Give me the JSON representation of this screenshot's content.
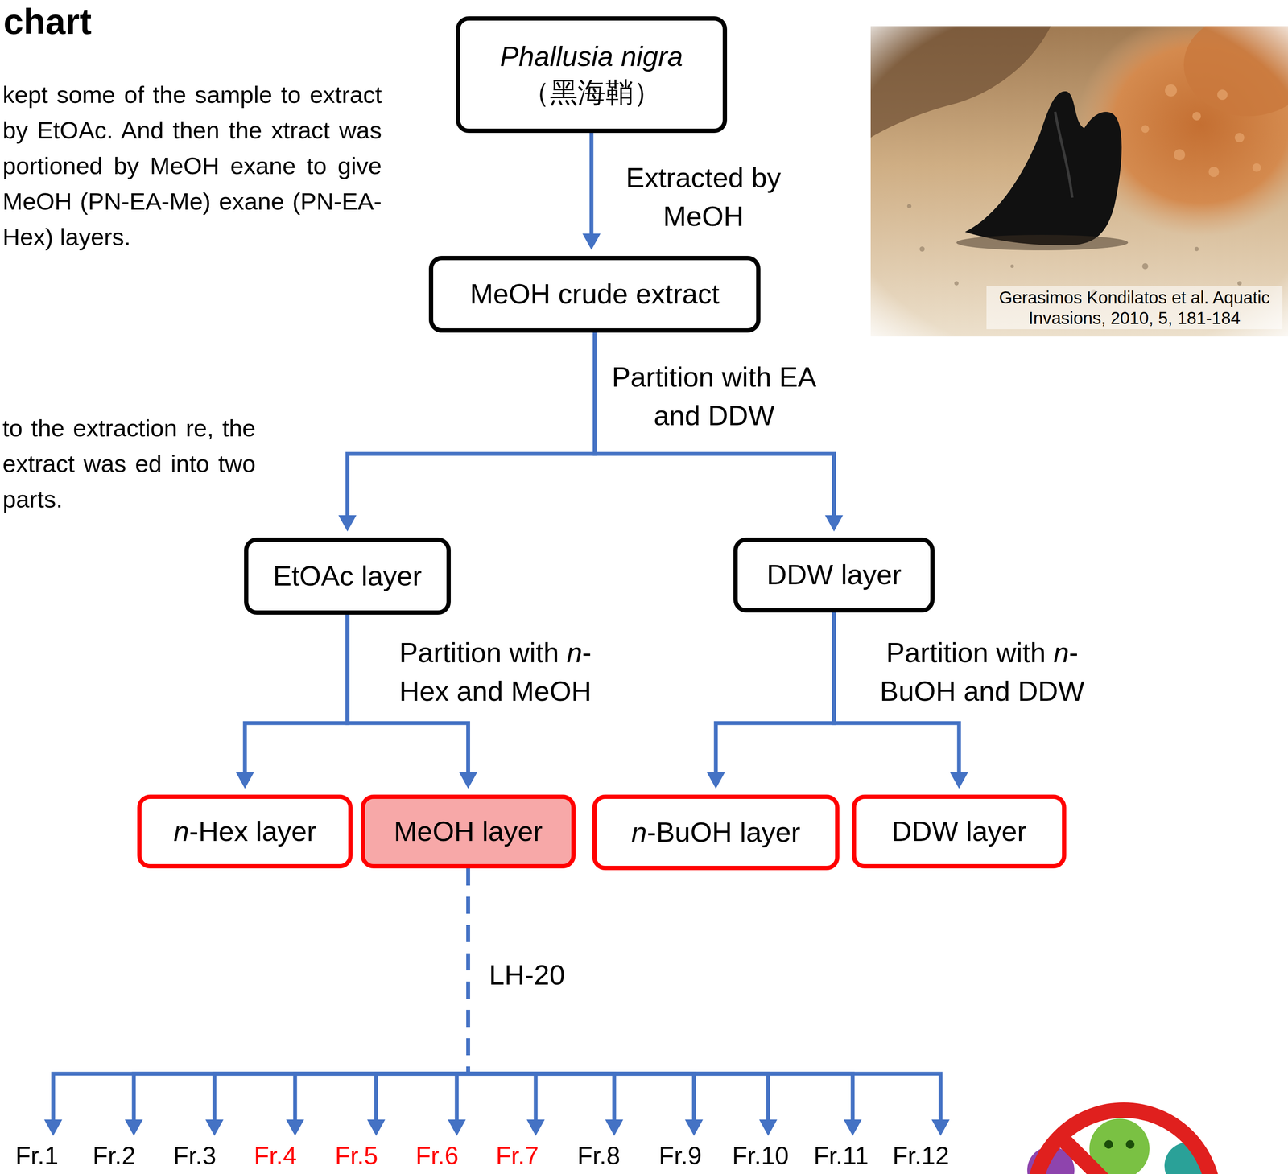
{
  "diagram": {
    "title": "chart",
    "nodes": [
      {
        "text": [
          "Phallusia nigra",
          "（黑海鞘）"
        ]
      },
      {
        "text": [
          "MeOH crude extract"
        ]
      },
      {
        "text": [
          "EtOAc layer"
        ]
      },
      {
        "text": [
          "DDW layer"
        ]
      },
      {
        "text": [
          "n-Hex layer"
        ]
      },
      {
        "text": [
          "MeOH layer"
        ]
      },
      {
        "text": [
          "n-BuOH layer"
        ]
      },
      {
        "text": [
          "DDW layer"
        ]
      },
      {
        "text": [
          "Fr.1"
        ]
      },
      {
        "text": [
          "Fr.2"
        ]
      },
      {
        "text": [
          "Fr.3"
        ]
      },
      {
        "text": [
          "Fr.4"
        ]
      },
      {
        "text": [
          "Fr.5"
        ]
      },
      {
        "text": [
          "Fr.6"
        ]
      },
      {
        "text": [
          "Fr.7"
        ]
      },
      {
        "text": [
          "Fr.8"
        ]
      },
      {
        "text": [
          "Fr.9"
        ]
      },
      {
        "text": [
          "Fr.10"
        ]
      },
      {
        "text": [
          "Fr.11"
        ]
      },
      {
        "text": [
          "Fr.12"
        ]
      }
    ],
    "edges": [
      {
        "from": 0,
        "to": 1,
        "label": "Extracted by MeOH",
        "arrow": "to"
      },
      {
        "from": 1,
        "to": 2,
        "label": "Partition with EA and DDW",
        "arrow": "to"
      },
      {
        "from": 1,
        "to": 3,
        "arrow": "to"
      },
      {
        "from": 2,
        "to": 4,
        "label": "Partition with n-Hex and MeOH",
        "arrow": "to"
      },
      {
        "from": 2,
        "to": 5,
        "arrow": "to"
      },
      {
        "from": 3,
        "to": 6,
        "label": "Partition with n-BuOH and DDW",
        "arrow": "to"
      },
      {
        "from": 3,
        "to": 7,
        "arrow": "to"
      },
      {
        "from": 5,
        "to": 8,
        "arrow": "to"
      },
      {
        "from": 5,
        "to": 9,
        "arrow": "to"
      },
      {
        "from": 5,
        "to": 10,
        "arrow": "to"
      },
      {
        "from": 5,
        "to": 11,
        "arrow": "to"
      },
      {
        "from": 5,
        "to": 12,
        "arrow": "to"
      },
      {
        "from": 5,
        "to": 13,
        "label": "LH-20",
        "arrow": "to"
      },
      {
        "from": 5,
        "to": 14,
        "arrow": "to"
      },
      {
        "from": 5,
        "to": 15,
        "arrow": "to"
      },
      {
        "from": 5,
        "to": 16,
        "arrow": "to"
      },
      {
        "from": 5,
        "to": 17,
        "arrow": "to"
      },
      {
        "from": 5,
        "to": 18,
        "arrow": "to"
      },
      {
        "from": 5,
        "to": 19,
        "arrow": "to"
      }
    ],
    "labels": [
      "kept some of the sample to extract by EtOAc. And then the xtract was portioned by MeOH exane to give MeOH (PN-EA-Me) exane (PN-EA-Hex) layers.",
      "to the extraction re, the extract was ed into two parts.",
      "Gerasimos Kondilatos et al. Aquatic Invasions, 2010, 5, 181-184"
    ]
  }
}
